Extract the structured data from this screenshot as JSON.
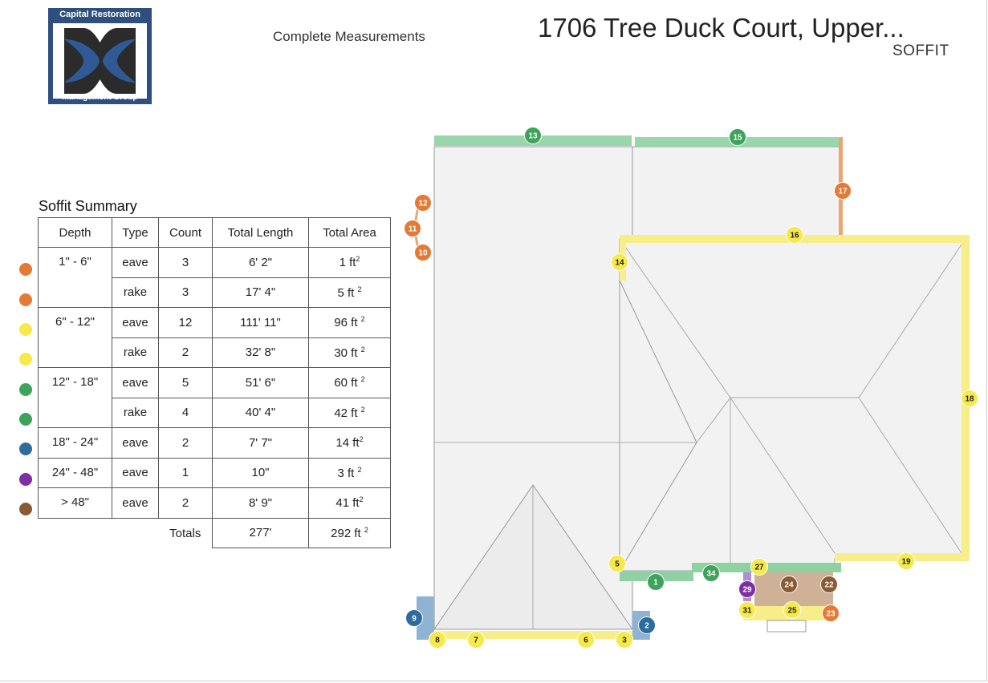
{
  "logo": {
    "top_text": "Capital Restoration",
    "bottom_text": "Management Group"
  },
  "header": {
    "subtitle": "Complete Measurements",
    "address": "1706 Tree Duck Court, Upper...",
    "section": "SOFFIT"
  },
  "colors": {
    "orange": "#e47a35",
    "yellow": "#f5e94c",
    "green": "#3fa35b",
    "blue": "#2e6b9e",
    "purple": "#7d2fa3",
    "brown": "#8a5a33"
  },
  "summary": {
    "title": "Soffit Summary",
    "headers": [
      "Depth",
      "Type",
      "Count",
      "Total Length",
      "Total Area"
    ],
    "rows": [
      {
        "color": "#e47a35",
        "depth": "1\" - 6\"",
        "type": "eave",
        "count": "3",
        "length": "6' 2\"",
        "area": "1 ft",
        "sup": "2"
      },
      {
        "color": "#e47a35",
        "depth": "",
        "type": "rake",
        "count": "3",
        "length": "17' 4\"",
        "area": "5 ft ",
        "sup": "2"
      },
      {
        "color": "#f5e94c",
        "depth": "6\" - 12\"",
        "type": "eave",
        "count": "12",
        "length": "111' 11\"",
        "area": "96 ft ",
        "sup": "2"
      },
      {
        "color": "#f5e94c",
        "depth": "",
        "type": "rake",
        "count": "2",
        "length": "32' 8\"",
        "area": "30 ft ",
        "sup": "2"
      },
      {
        "color": "#3fa35b",
        "depth": "12\" - 18\"",
        "type": "eave",
        "count": "5",
        "length": "51' 6\"",
        "area": "60 ft ",
        "sup": "2"
      },
      {
        "color": "#3fa35b",
        "depth": "",
        "type": "rake",
        "count": "4",
        "length": "40' 4\"",
        "area": "42 ft ",
        "sup": "2"
      },
      {
        "color": "#2e6b9e",
        "depth": "18\" - 24\"",
        "type": "eave",
        "count": "2",
        "length": "7' 7\"",
        "area": "14 ft",
        "sup": "2"
      },
      {
        "color": "#7d2fa3",
        "depth": "24\" - 48\"",
        "type": "eave",
        "count": "1",
        "length": "10\"",
        "area": "3 ft ",
        "sup": "2"
      },
      {
        "color": "#8a5a33",
        "depth": "> 48\"",
        "type": "eave",
        "count": "2",
        "length": "8' 9\"",
        "area": "41 ft",
        "sup": "2"
      }
    ],
    "totals_label": "Totals",
    "totals_length": "277'",
    "totals_area": "292 ft ",
    "totals_sup": "2"
  },
  "markers": [
    {
      "label": "1",
      "color": "#3fa35b"
    },
    {
      "label": "2",
      "color": "#2e6b9e"
    },
    {
      "label": "3",
      "color": "#f5e94c"
    },
    {
      "label": "5",
      "color": "#f5e94c"
    },
    {
      "label": "6",
      "color": "#f5e94c"
    },
    {
      "label": "7",
      "color": "#f5e94c"
    },
    {
      "label": "8",
      "color": "#f5e94c"
    },
    {
      "label": "9",
      "color": "#2e6b9e"
    },
    {
      "label": "10",
      "color": "#e47a35"
    },
    {
      "label": "11",
      "color": "#e47a35"
    },
    {
      "label": "12",
      "color": "#e47a35"
    },
    {
      "label": "13",
      "color": "#3fa35b"
    },
    {
      "label": "14",
      "color": "#f5e94c"
    },
    {
      "label": "15",
      "color": "#3fa35b"
    },
    {
      "label": "16",
      "color": "#f5e94c"
    },
    {
      "label": "17",
      "color": "#e47a35"
    },
    {
      "label": "18",
      "color": "#f5e94c"
    },
    {
      "label": "19",
      "color": "#f5e94c"
    },
    {
      "label": "22",
      "color": "#8a5a33"
    },
    {
      "label": "23",
      "color": "#e47a35"
    },
    {
      "label": "24",
      "color": "#8a5a33"
    },
    {
      "label": "25",
      "color": "#f5e94c"
    },
    {
      "label": "27",
      "color": "#f5e94c"
    },
    {
      "label": "29",
      "color": "#7d2fa3"
    },
    {
      "label": "31",
      "color": "#f5e94c"
    },
    {
      "label": "34",
      "color": "#3fa35b"
    }
  ]
}
